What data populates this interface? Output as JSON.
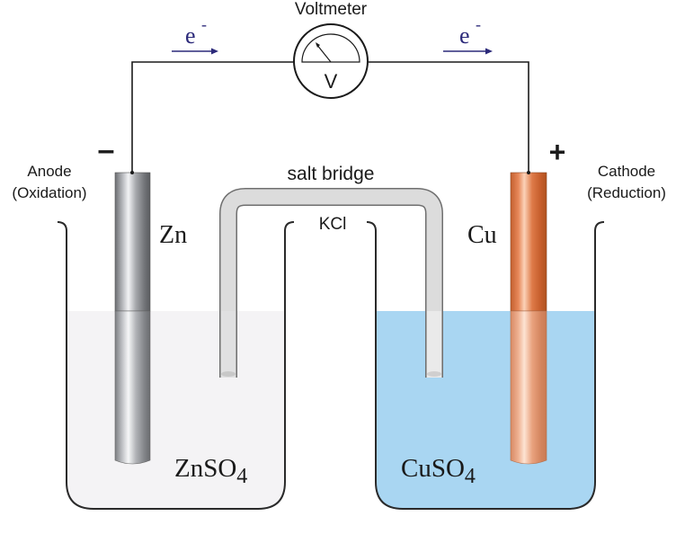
{
  "title": "Galvanic cell (Zn / Cu)",
  "voltmeter": {
    "label": "Voltmeter",
    "symbol": "V"
  },
  "electron_flow": [
    {
      "symbol": "e",
      "superscript": "-",
      "direction": "right"
    },
    {
      "symbol": "e",
      "superscript": "-",
      "direction": "right"
    }
  ],
  "anode": {
    "sign": "–",
    "title": "Anode",
    "subtitle": "(Oxidation)",
    "metal": "Zn",
    "solution_base": "ZnSO",
    "solution_sub": "4",
    "solution_color": "#f4f3f5",
    "electrode_color": "#8a8c90"
  },
  "cathode": {
    "sign": "+",
    "title": "Cathode",
    "subtitle": "(Reduction)",
    "metal": "Cu",
    "solution_base": "CuSO",
    "solution_sub": "4",
    "solution_color": "#a9d6f2",
    "electrode_color": "#d9784a"
  },
  "salt_bridge": {
    "label": "salt bridge",
    "electrolyte": "KCl"
  },
  "colors": {
    "wire": "#1a1a1a",
    "arrow": "#2c2a7a",
    "bridge": "#dcdcdc",
    "beaker_outline": "#2a2a2a"
  }
}
